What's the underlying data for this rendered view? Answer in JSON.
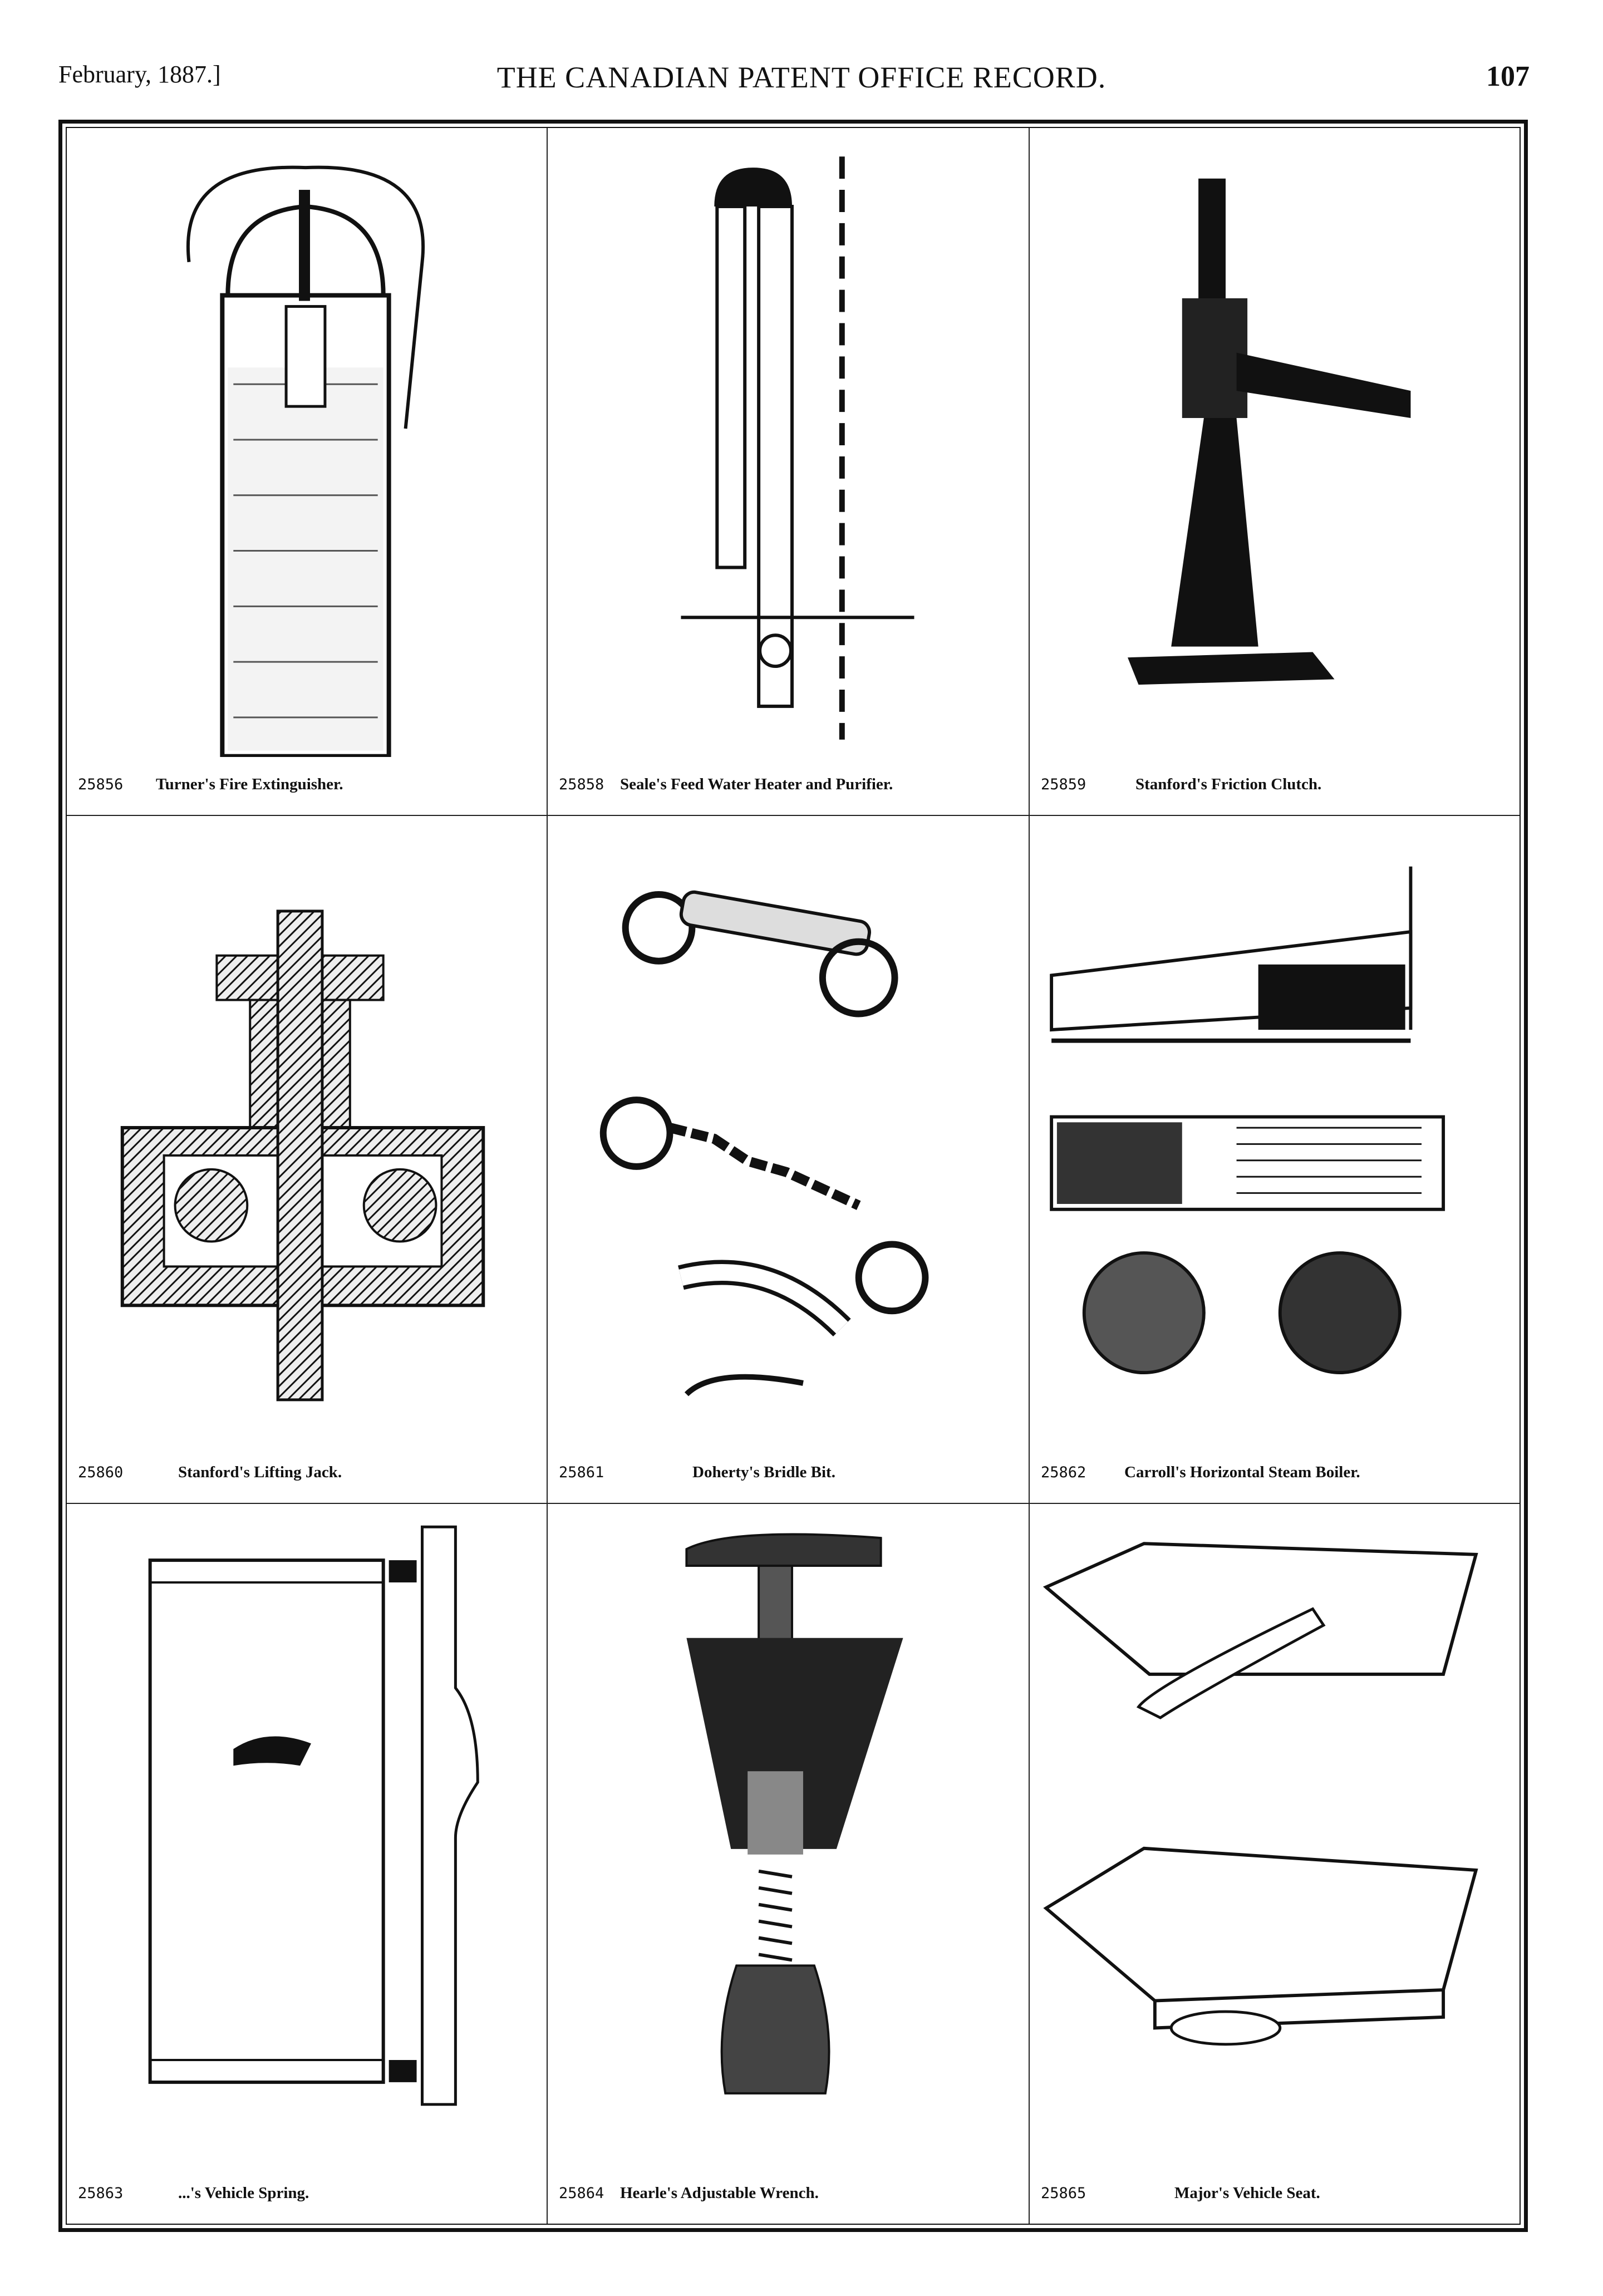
{
  "header": {
    "date": "February, 1887.]",
    "title": "THE CANADIAN PATENT OFFICE RECORD.",
    "page": "107"
  },
  "patents": [
    {
      "number": "25856",
      "title": "Turner's Fire Extinguisher."
    },
    {
      "number": "25858",
      "title": "Seale's Feed Water Heater and Purifier."
    },
    {
      "number": "25859",
      "title": "Stanford's Friction Clutch."
    },
    {
      "number": "25860",
      "title": "Stanford's Lifting Jack."
    },
    {
      "number": "25861",
      "title": "Doherty's Bridle Bit."
    },
    {
      "number": "25862",
      "title": "Carroll's Horizontal Steam Boiler."
    },
    {
      "number": "25863",
      "title": "...'s Vehicle Spring."
    },
    {
      "number": "25864",
      "title": "Hearle's Adjustable Wrench."
    },
    {
      "number": "25865",
      "title": "Major's Vehicle Seat."
    }
  ]
}
